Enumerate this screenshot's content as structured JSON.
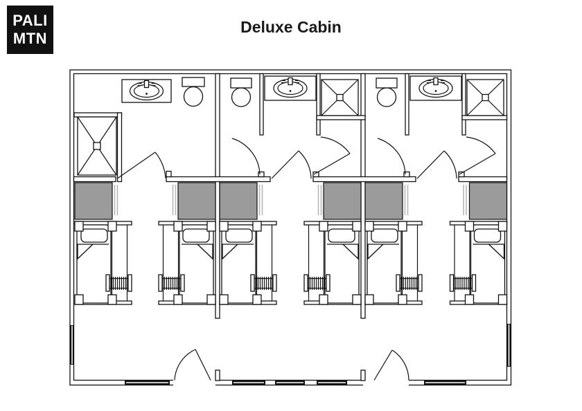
{
  "title": "Deluxe Cabin",
  "logo": {
    "line1": "PALI",
    "line2": "MTN"
  },
  "colors": {
    "ink": "#111111",
    "wardrobe_fill": "#9b9b9b",
    "wardrobe_mark": "#b3b3b3",
    "background": "#ffffff",
    "logo_bg": "#111111",
    "logo_text": "#ffffff"
  },
  "floorplan": {
    "label": "Deluxe Cabin floor plan",
    "rooms": [
      {
        "name": "bathroom-1",
        "fixtures": [
          "shower",
          "sink-vanity",
          "toilet"
        ],
        "door_leaves": 1
      },
      {
        "name": "bathroom-2",
        "fixtures": [
          "toilet",
          "sink-vanity",
          "shower"
        ],
        "door_leaves": 2
      },
      {
        "name": "bathroom-3",
        "fixtures": [
          "toilet",
          "sink-vanity",
          "shower"
        ],
        "door_leaves": 2
      },
      {
        "name": "bunk-room",
        "fixtures": [
          "bunk-bed",
          "wardrobe"
        ],
        "bunk_beds": 6,
        "wardrobes": 6
      }
    ],
    "counts": {
      "bathrooms": 3,
      "showers": 3,
      "toilets": 3,
      "sinks": 3,
      "bunk_beds": 6,
      "wardrobes": 6,
      "entry_doors": 2,
      "windows": 7
    }
  }
}
